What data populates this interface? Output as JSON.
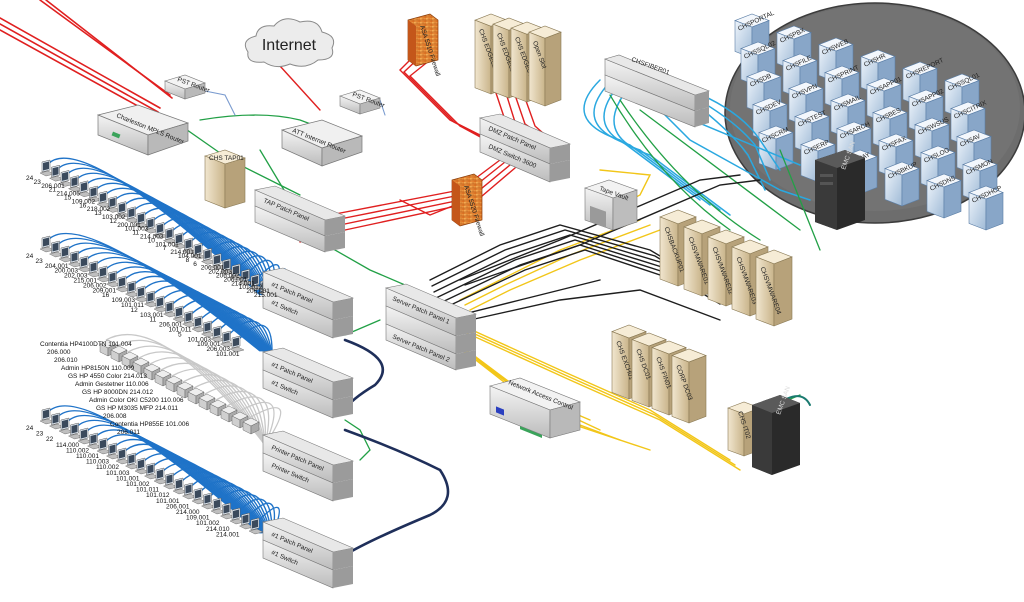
{
  "cloud": {
    "label": "Internet"
  },
  "routers": [
    {
      "id": "mpls",
      "label": "Charleston MPLS Router"
    },
    {
      "id": "att",
      "label": "ATT Internet Router"
    },
    {
      "id": "pst1",
      "label": "PST Router"
    },
    {
      "id": "pst2",
      "label": "PST Router"
    }
  ],
  "firewalls": [
    {
      "id": "asa5510",
      "label": "ASA 5510 Firewall"
    },
    {
      "id": "asa5520",
      "label": "ASA 5520 Firewall"
    }
  ],
  "servers_top": [
    "CHS EDGE02",
    "CHS EDGE03",
    "CHS EDGE04",
    "Open Slot"
  ],
  "fiber": {
    "label": "CHSFIBER01"
  },
  "tap_server": {
    "label": "CHS TAP01"
  },
  "patch_panels": {
    "tap": "TAP Patch Panel",
    "dmz": "DMZ Patch Panel",
    "dmz_switch": "DMZ Switch 3600",
    "server1": "Server Patch Panel 1",
    "server2": "Server Patch Panel 2",
    "p1": "#1 Patch Panel",
    "s1": "#1 Switch",
    "printer": "Printer Patch Panel",
    "printer_switch": "Printer Switch"
  },
  "tape_vault": {
    "label": "Tape Vault"
  },
  "vm_servers": [
    "CHSBACKUP01",
    "CHSVMWARE01",
    "CHSVMWARE02",
    "CHSVMWARE03",
    "CHSVMWARE04"
  ],
  "app_servers": [
    "CHS EXCH01",
    "CHS DC01",
    "CHS FIN01",
    "CORP DC03"
  ],
  "san": {
    "label": "EMC SAN"
  },
  "san2": {
    "label": "EMC SAN"
  },
  "chs_it02": {
    "label": "CHS IT02"
  },
  "nac": {
    "label": "Network Access Control"
  },
  "dc_cluster": [
    "CHSPORTAL",
    "CHSPBX",
    "CHSWEB",
    "CHSHR",
    "CHSREPORT",
    "CHSSQL01",
    "CHSSQL02",
    "CHSFILE",
    "CHSPRINT",
    "CHSAPP01",
    "CHSAPP02",
    "CHSCITRIX",
    "CHSDB",
    "CHSVPN",
    "CHSMAIL",
    "CHSBES",
    "CHSWSUS",
    "CHSAV",
    "CHSDEV",
    "CHSTEST",
    "CHSARCH",
    "CHSFAX",
    "CHSLOG",
    "CHSMON",
    "CHSCRM",
    "CHSERP",
    "CHSPAY",
    "CHSBKUP",
    "CHSDNS",
    "CHSDHCP"
  ],
  "group1_labels": [
    "24",
    "23",
    "206.001",
    "21",
    "214.006",
    "15",
    "109.002",
    "16",
    "218.002",
    "13",
    "103.002",
    "12",
    "200.001",
    "101.003",
    "11",
    "214.003",
    "10",
    "101.001",
    "7",
    "214.001",
    "104.001",
    "8",
    "6",
    "206.001",
    "202.003",
    "206.002",
    "206.001",
    "214.001",
    "101.012",
    "206.001",
    "215.001"
  ],
  "group2_labels": [
    "24",
    "23",
    "204.001",
    "200.003",
    "202.003",
    "215.001",
    "206.002",
    "209.001",
    "16",
    "109.003",
    "101.011",
    "12",
    "103.001",
    "11",
    "206.001",
    "101.011",
    "5",
    "101.003",
    "109.001",
    "206.003",
    "101.001"
  ],
  "printer_labels": [
    "Contentia HP4100DTN 101.004",
    "206.000",
    "206.010",
    "Admin HP8150N 110.009",
    "GS HP 4550 Color 214.013",
    "Admin Gestetner 110.006",
    "GS HP 8000DN 214.012",
    "Admin Color OKI C5200 110.006",
    "GS HP M3035 MFP 214.011",
    "206.008",
    "Contentia HP855E 101.006",
    "206.011"
  ],
  "group3_labels": [
    "24",
    "23",
    "22",
    "114.000",
    "110.002",
    "110.001",
    "110.003",
    "110.002",
    "101.003",
    "101.001",
    "101.002",
    "101.011",
    "101.012",
    "101.001",
    "206.001",
    "214.000",
    "109.001",
    "101.002",
    "214.010",
    "214.001"
  ]
}
